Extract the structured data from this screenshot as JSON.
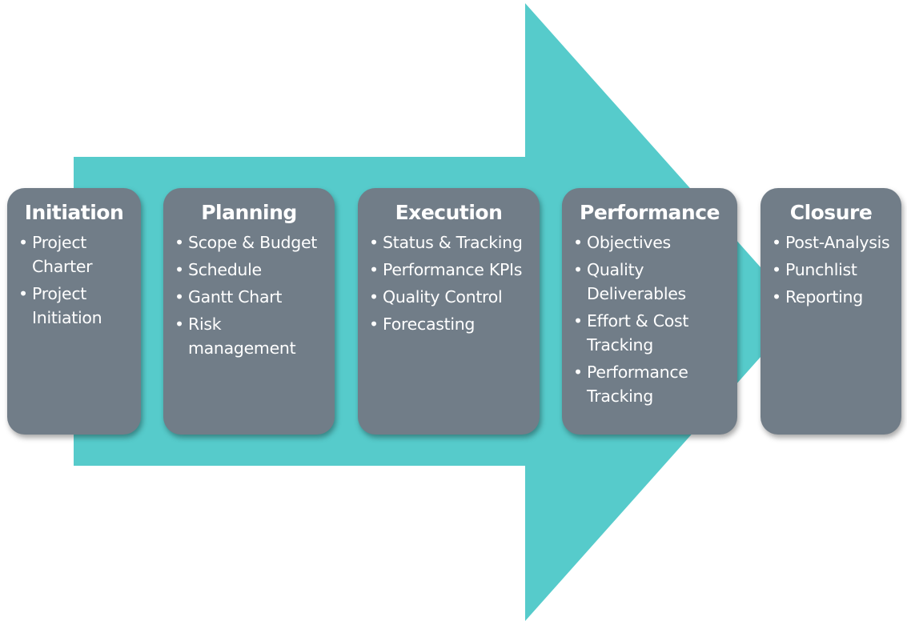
{
  "colors": {
    "arrow": "#56CBCB",
    "card": "#717D88",
    "text": "#FFFFFF"
  },
  "phases": [
    {
      "title": "Initiation",
      "items": [
        "Project Charter",
        "Project Initiation"
      ]
    },
    {
      "title": "Planning",
      "items": [
        "Scope & Budget",
        "Schedule",
        "Gantt Chart",
        "Risk management"
      ]
    },
    {
      "title": "Execution",
      "items": [
        "Status & Tracking",
        "Performance KPIs",
        "Quality Control",
        "Forecasting"
      ]
    },
    {
      "title": "Performance",
      "items": [
        "Objectives",
        "Quality Deliverables",
        "Effort & Cost Tracking",
        "Performance Tracking"
      ]
    },
    {
      "title": "Closure",
      "items": [
        "Post-Analysis",
        "Punchlist",
        "Reporting"
      ]
    }
  ]
}
